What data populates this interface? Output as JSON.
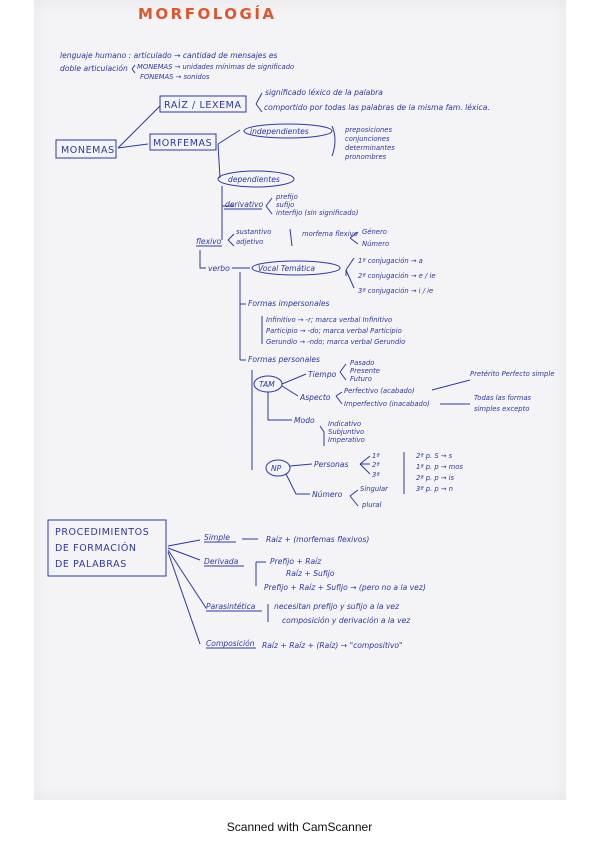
{
  "title": "MORFOLOGÍA",
  "intro": {
    "line1": "lenguaje humano : articulado → cantidad de mensajes es",
    "line2a": "doble articulación",
    "line2b": "MONEMAS → unidades mínimas de significado",
    "line3": "FONEMAS → sonidos"
  },
  "monemas": {
    "box": "MONEMAS",
    "raiz": "RAÍZ / LEXEMA",
    "raiz_sig": "significado léxico de la palabra",
    "raiz_comp": "comportido por todas las palabras de la misma fam. léxica.",
    "morfemas": "MORFEMAS",
    "independientes": "independientes",
    "indep_items": [
      "preposiciones",
      "conjunciones",
      "determinantes",
      "pronombres"
    ],
    "dependientes": "dependientes",
    "derivativo": "derivativo",
    "deriv_items": [
      "prefijo",
      "sufijo",
      "interfijo (sin significado)"
    ],
    "flexivo": "flexivo",
    "flex_items": [
      "sustantivo",
      "adjetivo"
    ],
    "morfema_flexivo": "morfema flexivo",
    "genero": "Género",
    "numero_lbl": "Número",
    "verbo": "verbo",
    "vocal_tematica": "Vocal Temática",
    "conjugaciones": [
      "1ª conjugación → a",
      "2ª conjugación → e / ie",
      "3ª conjugación → i / ie"
    ],
    "formas_impersonales": "Formas impersonales",
    "impersonales": [
      "Infinitivo → -r; marca verbal Infinitivo",
      "Participio → -do; marca verbal Participio",
      "Gerundio → -ndo; marca verbal Gerundio"
    ],
    "formas_personales": "Formas personales",
    "tam": "TAM",
    "tiempo": "Tiempo",
    "tiempos": [
      "Pasado",
      "Presente",
      "Futuro"
    ],
    "aspecto": "Aspecto",
    "aspectos": [
      "Perfectivo (acabado)",
      "Imperfectivo (inacabado)"
    ],
    "aspecto_notas": [
      "Pretérito Perfecto simple",
      "Todas las formas",
      "simples excepto"
    ],
    "modo": "Modo",
    "modos": [
      "Indicativo",
      "Subjuntivo",
      "Imperativo"
    ],
    "np": "NP",
    "personas": "Personas",
    "persona_nums": [
      "1ª",
      "2ª",
      "3ª"
    ],
    "persona_table": [
      "2ª p. S → s",
      "1ª p. p → mos",
      "2ª p. p → is",
      "3ª p. p → n"
    ],
    "numero": "Número",
    "numeros": [
      "Singular",
      "plural"
    ]
  },
  "procedimientos": {
    "box": [
      "PROCEDIMIENTOS",
      "DE FORMACIÓN",
      "DE PALABRAS"
    ],
    "simple": "Simple",
    "simple_def": "Raíz + (morfemas flexivos)",
    "derivada": "Derivada",
    "derivada_items": [
      "Prefijo + Raíz",
      "Raíz + Sufijo",
      "Prefijo + Raíz + Sufijo → (pero no a la vez)"
    ],
    "parasintetica": "Parasintética",
    "parasint_items": [
      "necesitan prefijo y sufijo a la vez",
      "composición y derivación a la vez"
    ],
    "composicion": "Composición",
    "composicion_def": "Raíz + Raíz + (Raíz) → \"compositivo\""
  },
  "footer": "Scanned with CamScanner",
  "colors": {
    "ink": "#2c37a8",
    "title": "#e2552a",
    "paper": "#f4f4f6"
  }
}
